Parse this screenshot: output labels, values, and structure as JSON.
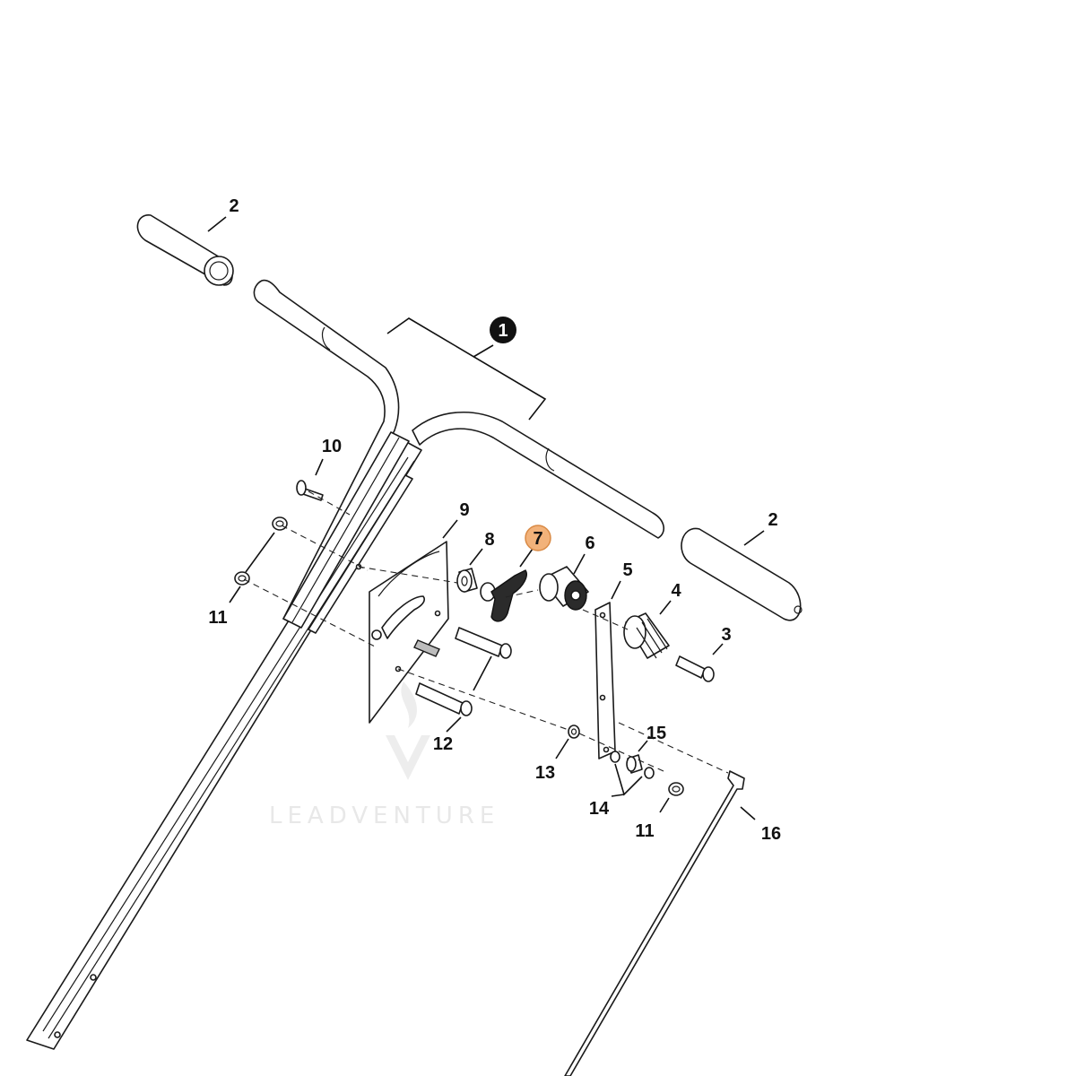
{
  "diagram": {
    "callouts": {
      "c1": "1",
      "c2a": "2",
      "c2b": "2",
      "c3": "3",
      "c4": "4",
      "c5": "5",
      "c6": "6",
      "c7": "7",
      "c8": "8",
      "c9": "9",
      "c10": "10",
      "c11a": "11",
      "c11b": "11",
      "c12": "12",
      "c13": "13",
      "c14": "14",
      "c15": "15",
      "c16": "16"
    },
    "highlight_color": "#f2b27a",
    "highlight_stroke": "#d98a45",
    "watermark": "LEADVENTURE"
  }
}
